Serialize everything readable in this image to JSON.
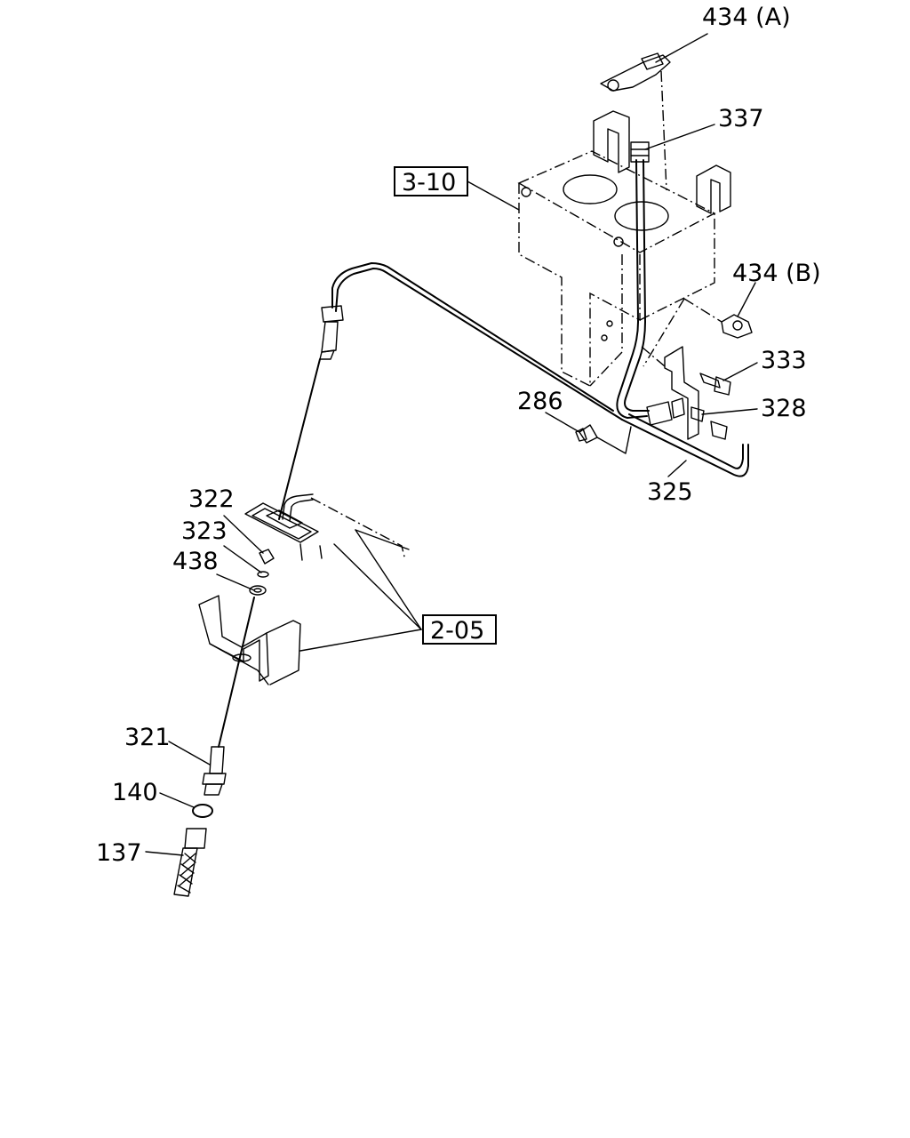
{
  "parts": {
    "p434a": "434 (A)",
    "p337": "337",
    "p434b": "434 (B)",
    "p333": "333",
    "p328": "328",
    "p286": "286",
    "p325": "325",
    "p322": "322",
    "p323": "323",
    "p438": "438",
    "p321": "321",
    "p140": "140",
    "p137": "137"
  },
  "references": {
    "ref_3_10": "3-10",
    "ref_2_05": "2-05"
  }
}
